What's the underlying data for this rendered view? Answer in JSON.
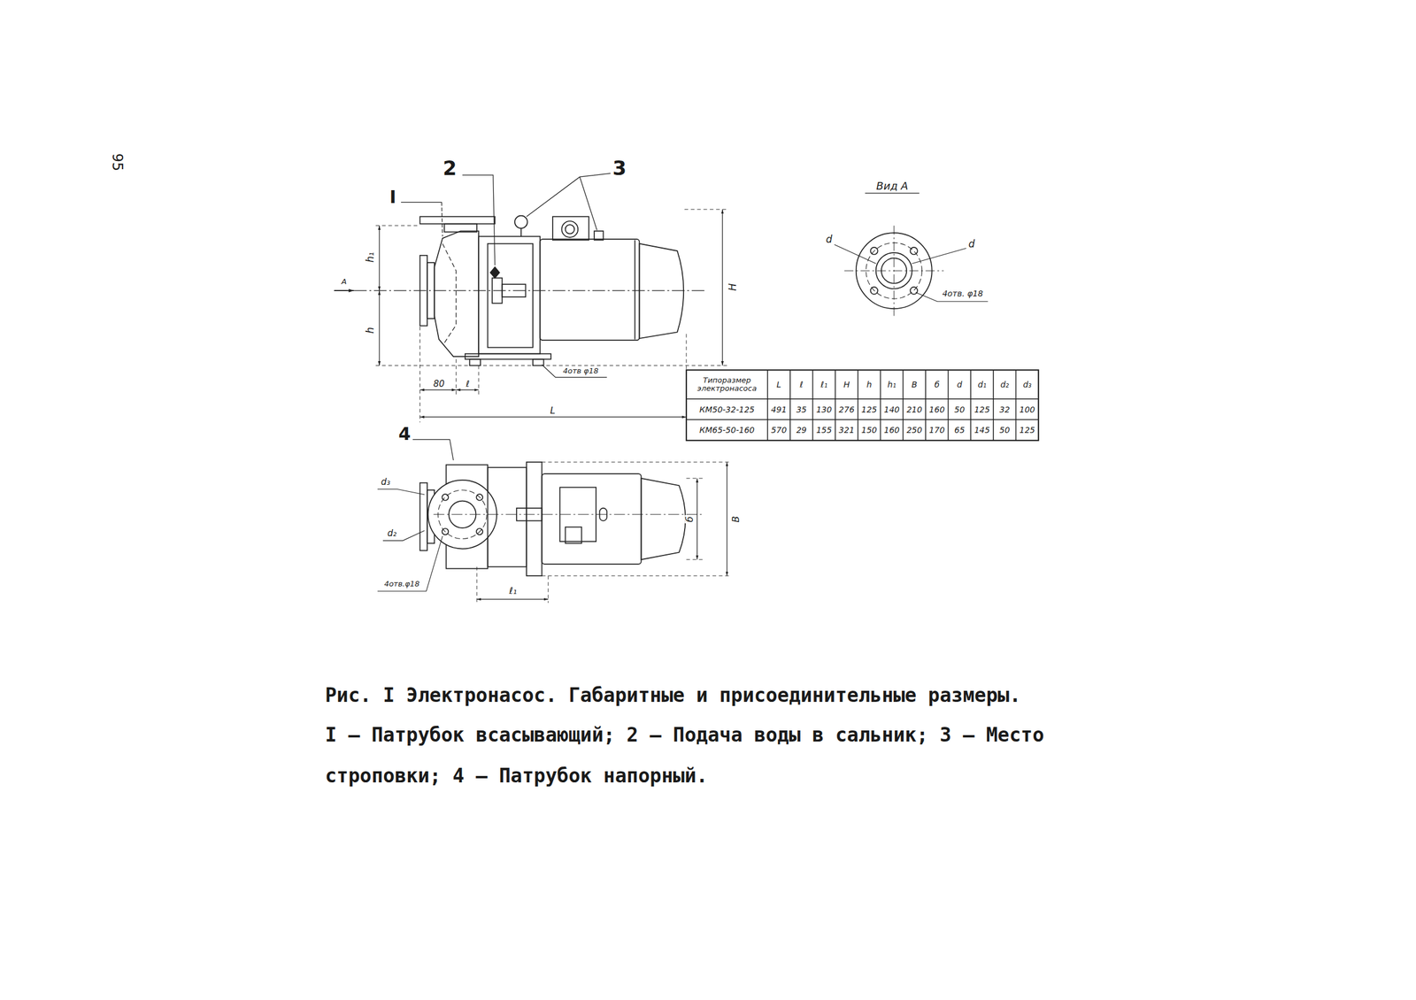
{
  "diagram": {
    "caption": "Рис. I  Электронасос. Габаритные и присоединительные размеры.",
    "labels": [
      "95",
      "I",
      "2",
      "3",
      "4",
      "Вид А",
      "d",
      "d",
      "4отв. φ18",
      "h₁",
      "h",
      "H",
      "A",
      "4отв φ18",
      "80",
      "ℓ",
      "L",
      "d₃",
      "d₂",
      "4отв.φ18",
      "ℓ₁",
      "б",
      "В",
      "Типоразмер электронасоса",
      "L",
      "ℓ",
      "ℓ₁",
      "H",
      "h",
      "h₁",
      "В",
      "б",
      "d",
      "d₁",
      "d₂",
      "d₃",
      "КМ50-32-125",
      "491",
      "35",
      "130",
      "276",
      "125",
      "140",
      "210",
      "160",
      "50",
      "125",
      "32",
      "100",
      "КМ65-50-160",
      "570",
      "29",
      "155",
      "321",
      "150",
      "160",
      "250",
      "170",
      "65",
      "145",
      "50",
      "125",
      "I – Патрубок всасывающий; 2 – Подача воды в сальник; 3 – Место строповки; 4 – Патрубок напорный."
    ]
  }
}
